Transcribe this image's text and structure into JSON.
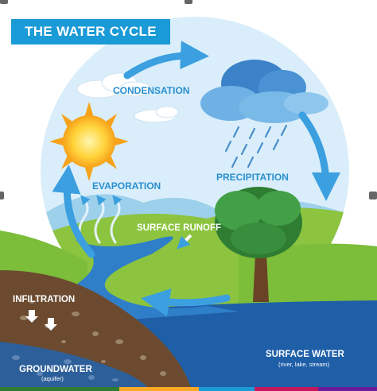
{
  "title": "THE WATER CYCLE",
  "labels": {
    "condensation": "CONDENSATION",
    "precipitation": "PRECIPITATION",
    "evaporation": "EVAPORATION",
    "surface_runoff": "SURFACE RUNOFF",
    "infiltration": "INFILTRATION",
    "groundwater": "GROUNDWATER",
    "groundwater_sub": "(aquifer)",
    "surface_water": "SURFACE WATER",
    "surface_water_sub": "(river, lake, stream)"
  },
  "colors": {
    "title_bg": "#1a9ad6",
    "label_blue": "#2a8fd0",
    "sky": "#d9eefa",
    "grass": "#8cc43f",
    "water": "#1f5fa8",
    "arrow": "#3b9fe0",
    "soil": "#6b4a2f"
  }
}
